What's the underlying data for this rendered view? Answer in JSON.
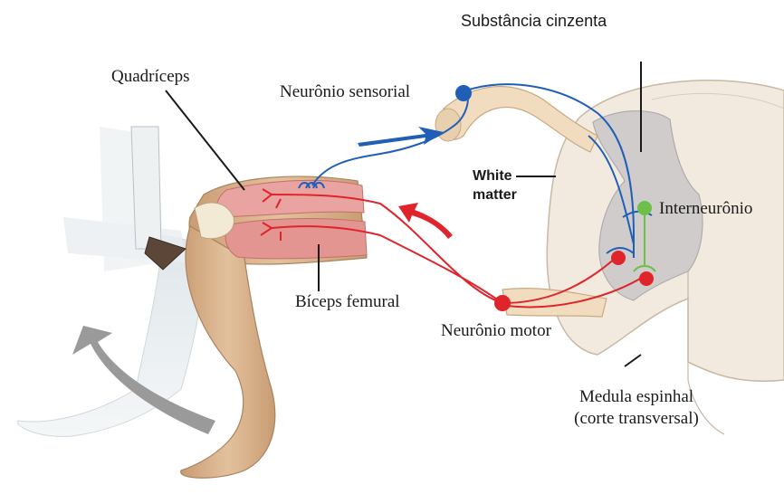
{
  "labels": {
    "gray_matter": "Substância cinzenta",
    "quadriceps": "Quadríceps",
    "sensory_neuron": "Neurônio sensorial",
    "white_matter_line1": "White",
    "white_matter_line2": "matter",
    "interneuron": "Interneurônio",
    "biceps_femoris": "Bíceps femural",
    "motor_neuron": "Neurônio motor",
    "spinal_cord_line1": "Medula espinhal",
    "spinal_cord_line2": "(corte transversal)"
  },
  "colors": {
    "sensory": "#1f5fb8",
    "motor": "#e0242b",
    "interneuron": "#6cc04a",
    "muscle": "#e9a3a0",
    "skin": "#d8b48f",
    "cord_white": "#f3eadf",
    "cord_gray": "#cfcccb",
    "movement_arrow": "#9a9a9a"
  }
}
